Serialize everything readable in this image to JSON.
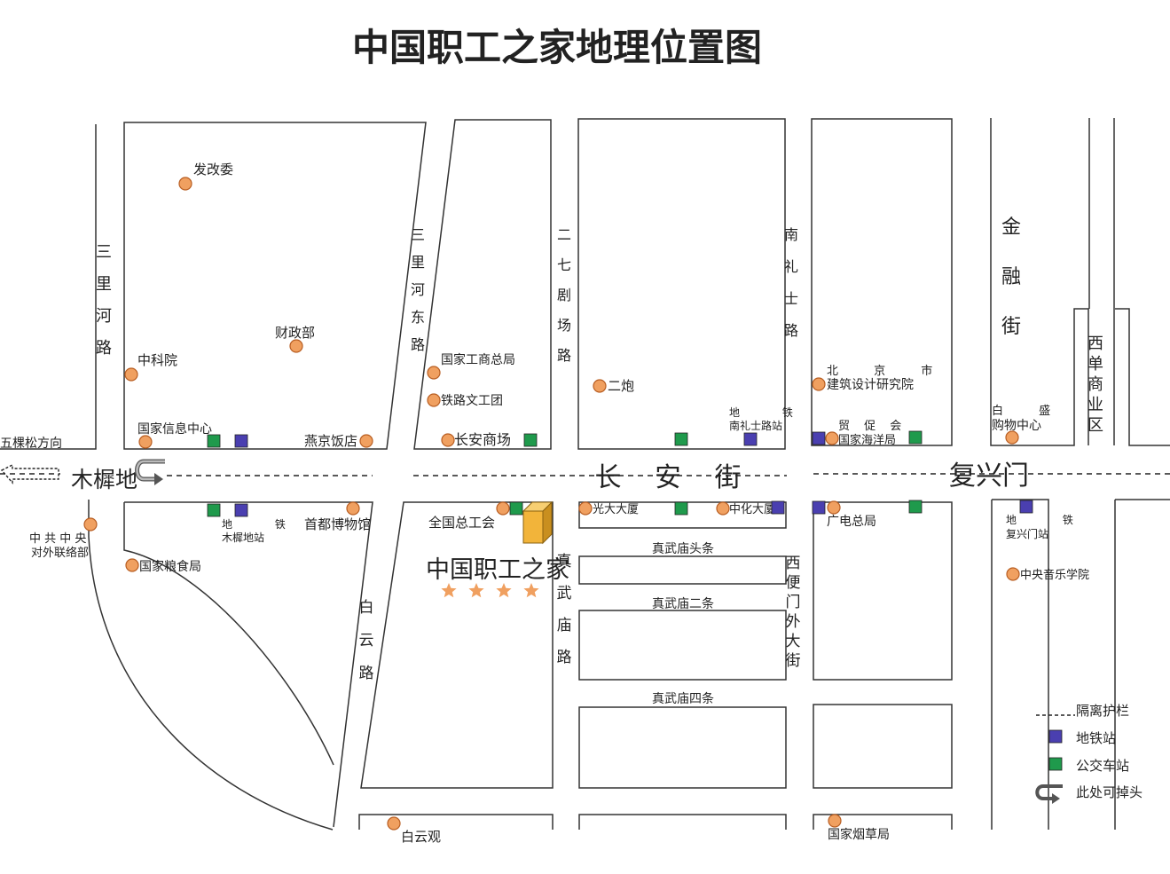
{
  "title": "中国职工之家地理位置图",
  "colors": {
    "poi": "#f0a060",
    "poi_stroke": "#b85e22",
    "subway": "#4a3fb0",
    "bus": "#1f9a4c",
    "building": "#f2b43a",
    "star": "#f0a060",
    "line": "#333333"
  },
  "streets": {
    "changan": "长 安 街",
    "muxidi": "木樨地",
    "fuxingmen": "复兴门",
    "wukesong": "五棵松方向",
    "sanlihe_lu": "三里河路",
    "sanlihe_dong_lu": "三里河东路",
    "erqi_juchang_lu": "二七剧场路",
    "nanlishi_lu": "南礼士路",
    "jinrong_jie": "金融街",
    "xidan": "西单商业区",
    "baiyun_lu": "白云路",
    "zhenwumiao_lu": "真武庙路",
    "xibianmen": "西便门外大街",
    "tou_tiao": "真武庙头条",
    "er_tiao": "真武庙二条",
    "si_tiao": "真武庙四条"
  },
  "pois": {
    "fagaiwei": "发改委",
    "caizhengbu": "财政部",
    "zhongkeyuan": "中科院",
    "xinxi": "国家信息中心",
    "yanjing": "燕京饭店",
    "gongshang": "国家工商总局",
    "tielu": "铁路文工团",
    "changan_shangchang": "长安商场",
    "erpao": "二炮",
    "beijing_design": "北 京 市",
    "beijing_design2": "建筑设计研究院",
    "maocu": "贸 促 会",
    "haiyang": "国家海洋局",
    "baisheng1": "白 盛",
    "baisheng2": "购物中心",
    "duiwai1": "中 共 中 央",
    "duiwai2": "对外联络部",
    "liangshi": "国家粮食局",
    "museum": "首都博物馆",
    "quanzong": "全国总工会",
    "guangda": "光大大厦",
    "zhonghua": "中化大厦",
    "guangdian": "广电总局",
    "music": "中央音乐学院",
    "baiyunguan": "白云观",
    "yancao": "国家烟草局"
  },
  "subway_labels": {
    "nanlishi1": "地 铁",
    "nanlishi2": "南礼士路站",
    "muxidi1": "地 铁",
    "muxidi2": "木樨地站",
    "fuxingmen1": "地 铁",
    "fuxingmen2": "复兴门站"
  },
  "destination": "中国职工之家",
  "stars": 4,
  "legend": {
    "barrier": "隔离护栏",
    "subway": "地铁站",
    "bus": "公交车站",
    "uturn": "此处可掉头"
  }
}
